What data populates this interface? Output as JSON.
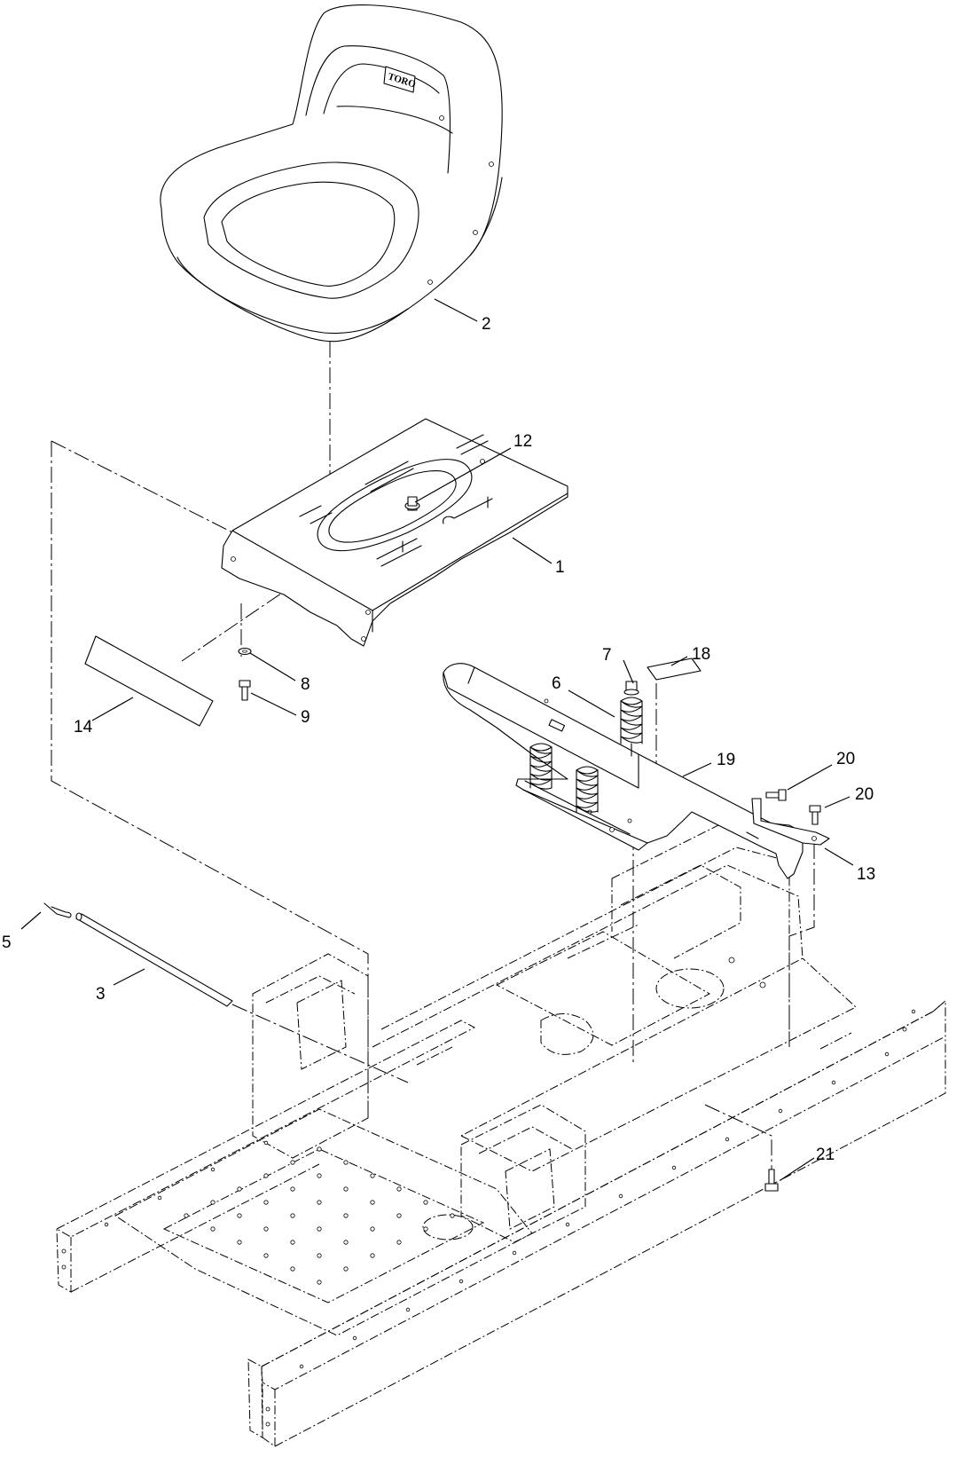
{
  "diagram": {
    "logo_text": "TORO",
    "callouts": [
      {
        "id": "c2",
        "label": "2"
      },
      {
        "id": "c12",
        "label": "12"
      },
      {
        "id": "c1",
        "label": "1"
      },
      {
        "id": "c8",
        "label": "8"
      },
      {
        "id": "c9",
        "label": "9"
      },
      {
        "id": "c14",
        "label": "14"
      },
      {
        "id": "c7",
        "label": "7"
      },
      {
        "id": "c18",
        "label": "18"
      },
      {
        "id": "c6",
        "label": "6"
      },
      {
        "id": "c19",
        "label": "19"
      },
      {
        "id": "c20a",
        "label": "20"
      },
      {
        "id": "c20b",
        "label": "20"
      },
      {
        "id": "c13",
        "label": "13"
      },
      {
        "id": "c5",
        "label": "5"
      },
      {
        "id": "c3",
        "label": "3"
      },
      {
        "id": "c21",
        "label": "21"
      }
    ]
  }
}
